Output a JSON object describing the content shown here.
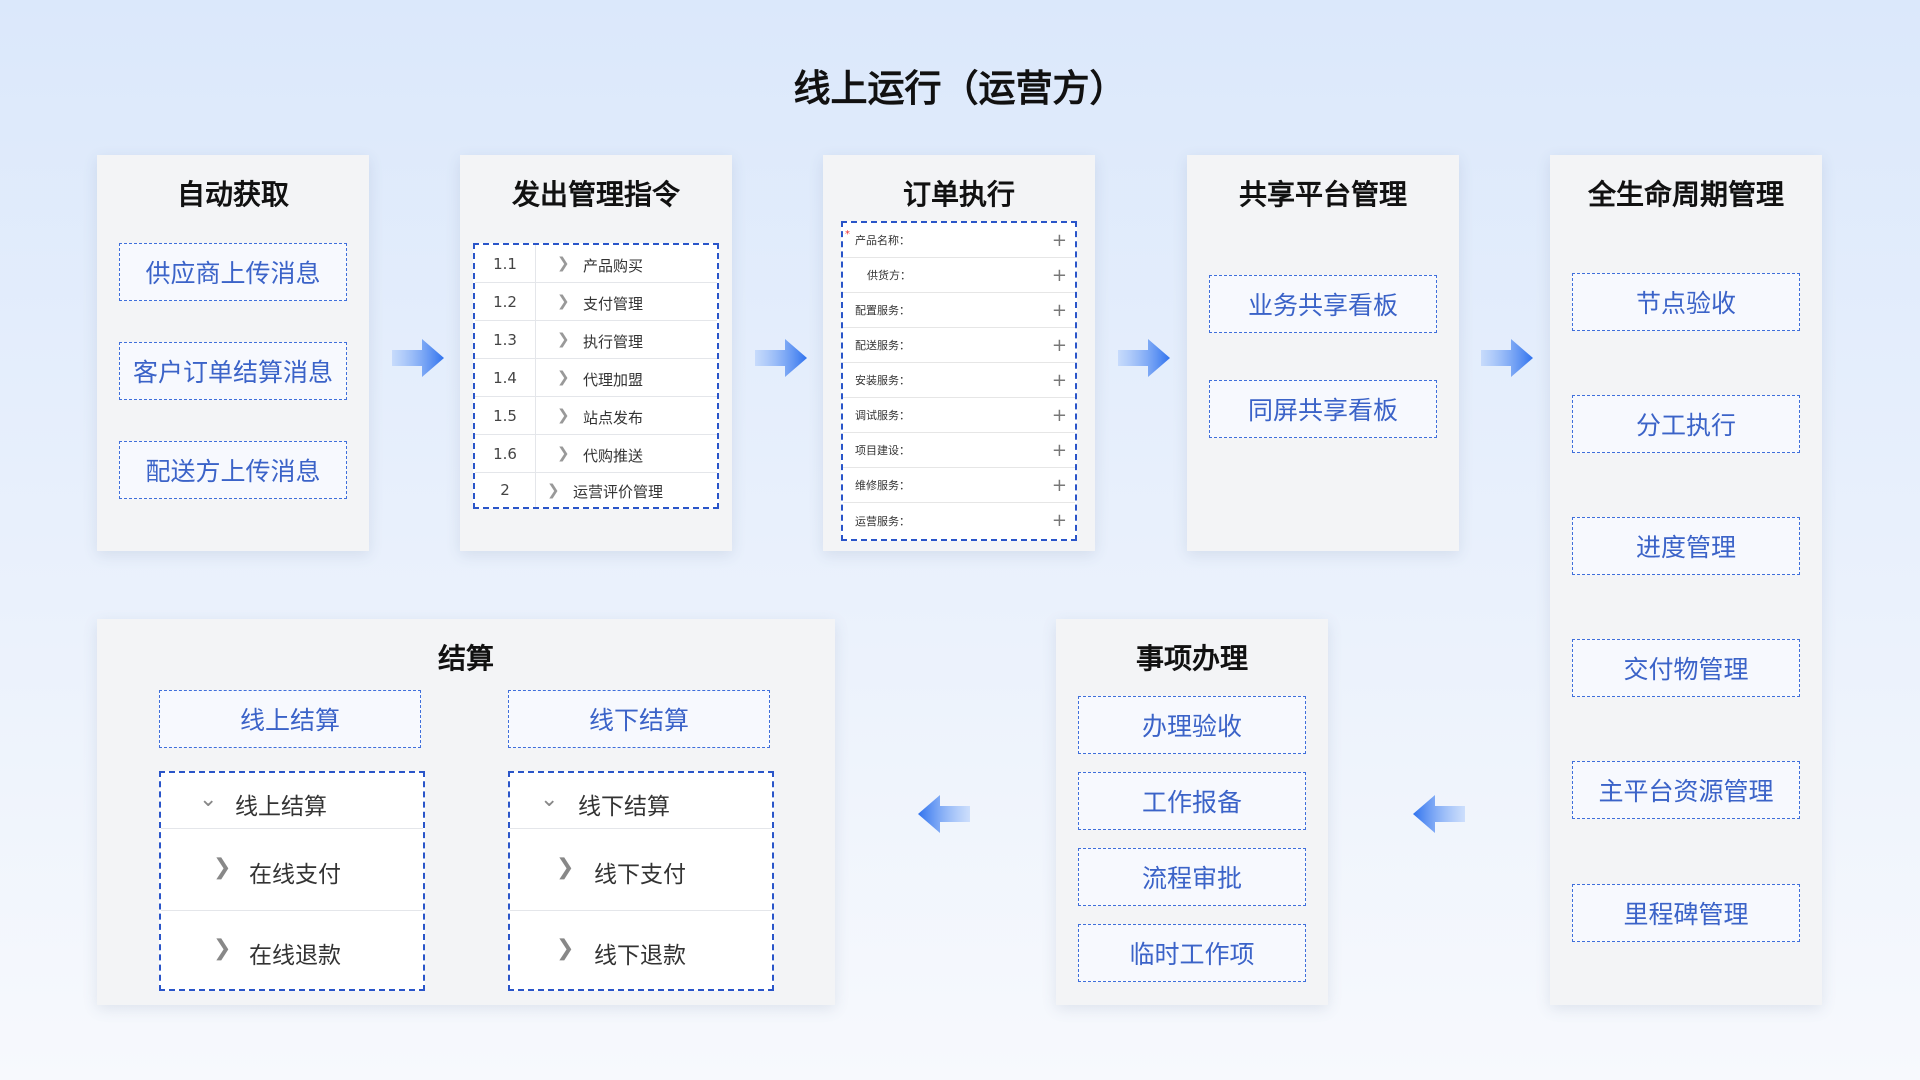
{
  "title": "线上运行（运营方）",
  "colors": {
    "accent": "#3f6fdb",
    "text_blue": "#3b63c8",
    "arrow": "#3a7ef2"
  },
  "auto": {
    "title": "自动获取",
    "items": [
      "供应商上传消息",
      "客户订单结算消息",
      "配送方上传消息"
    ]
  },
  "command": {
    "title": "发出管理指令",
    "rows": [
      {
        "num": "1.1",
        "label": "产品购买"
      },
      {
        "num": "1.2",
        "label": "支付管理"
      },
      {
        "num": "1.3",
        "label": "执行管理"
      },
      {
        "num": "1.4",
        "label": "代理加盟"
      },
      {
        "num": "1.5",
        "label": "站点发布"
      },
      {
        "num": "1.6",
        "label": "代购推送"
      },
      {
        "num": "2",
        "label": "运营评价管理"
      }
    ]
  },
  "order": {
    "title": "订单执行",
    "fields": [
      "产品名称：",
      "供货方：",
      "配置服务：",
      "配送服务：",
      "安装服务：",
      "调试服务：",
      "项目建设：",
      "维修服务：",
      "运营服务："
    ]
  },
  "share": {
    "title": "共享平台管理",
    "items": [
      "业务共享看板",
      "同屏共享看板"
    ]
  },
  "lifecycle": {
    "title": "全生命周期管理",
    "items": [
      "节点验收",
      "分工执行",
      "进度管理",
      "交付物管理",
      "主平台资源管理",
      "里程碑管理"
    ]
  },
  "affairs": {
    "title": "事项办理",
    "items": [
      "办理验收",
      "工作报备",
      "流程审批",
      "临时工作项"
    ]
  },
  "settle": {
    "title": "结算",
    "online": {
      "label": "线上结算",
      "header": "线上结算",
      "items": [
        "在线支付",
        "在线退款"
      ]
    },
    "offline": {
      "label": "线下结算",
      "header": "线下结算",
      "items": [
        "线下支付",
        "线下退款"
      ]
    }
  }
}
